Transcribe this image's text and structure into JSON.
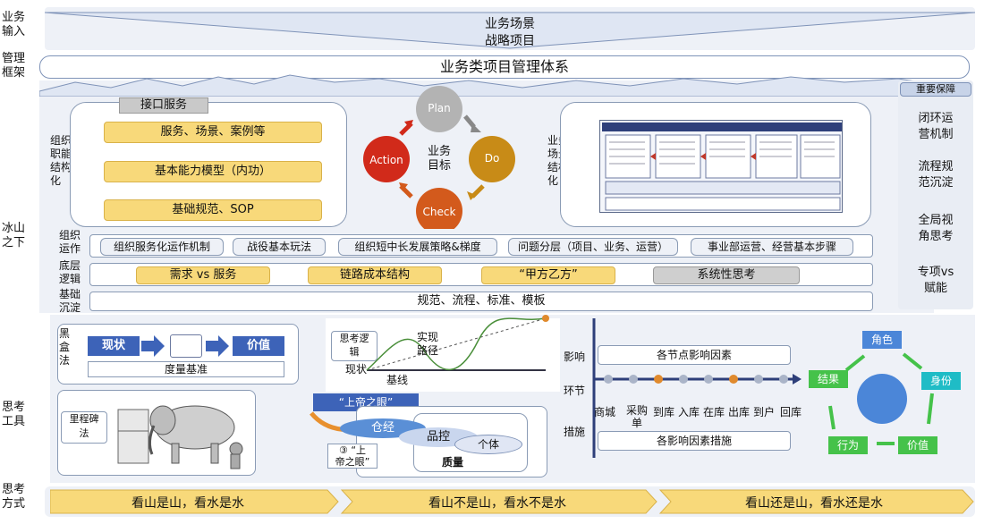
{
  "rows": {
    "business_input": "业务\n输入",
    "management_frame": "管理\n框架",
    "iceberg": "冰山\n之下",
    "thinking_tools": "思考\n工具",
    "thinking_mode": "思考\n方式"
  },
  "top": {
    "line1": "业务场景",
    "line2": "战略项目"
  },
  "frame_title": "业务类项目管理体系",
  "guarantee": {
    "header": "重要保障",
    "items": [
      "闭环运\n营机制",
      "流程规\n范沉淀",
      "全局视\n角思考",
      "专项vs\n赋能"
    ]
  },
  "org_structure": {
    "side_label": "组织\n职能\n结构\n化",
    "interface_label": "接口服务",
    "items": [
      "服务、场景、案例等",
      "基本能力模型（内功）",
      "基础规范、SOP"
    ]
  },
  "pdca": {
    "center": "业务\n目标",
    "plan": "Plan",
    "do": "Do",
    "check": "Check",
    "action": "Action"
  },
  "scenario": {
    "side_label": "业务\n场景\n结构\n化"
  },
  "org_ops": {
    "label": "组织\n运作",
    "items": [
      "组织服务化运作机制",
      "战役基本玩法",
      "组织短中长发展策略&梯度",
      "问题分层（项目、业务、运营）",
      "事业部运营、经营基本步骤"
    ]
  },
  "base_logic": {
    "label": "底层\n逻辑",
    "items": [
      "需求 vs 服务",
      "链路成本结构",
      "“甲方乙方”",
      "系统性思考"
    ]
  },
  "foundation": {
    "label": "基础\n沉淀",
    "text": "规范、流程、标准、模板"
  },
  "blackbox": {
    "side_label": "黑\n盒\n法",
    "status": "现状",
    "value": "价值",
    "metric": "度量基准"
  },
  "thinking_logic": {
    "label": "思考逻\n辑",
    "path": "实现\n路径",
    "status": "现状",
    "baseline": "基线"
  },
  "milestone": {
    "label": "里程碑\n法"
  },
  "gods_eye": {
    "title": "“上帝之眼”",
    "step": "③ “上\n帝之眼”",
    "warehouse": "仓经",
    "product": "品控",
    "individual": "个体",
    "quality": "质量"
  },
  "chain": {
    "influence": "影响",
    "link": "环节",
    "measure": "措施",
    "factors": "各节点影响因素",
    "measures": "各影响因素措施",
    "nodes": [
      "商城",
      "采购\n单",
      "到库",
      "入库",
      "在库",
      "出库",
      "到户",
      "回库"
    ]
  },
  "role_cycle": {
    "role": "角色",
    "identity": "身份",
    "value": "价值",
    "behavior": "行为",
    "result": "结果"
  },
  "mode": [
    "看山是山，看水是水",
    "看山不是山，看水不是水",
    "看山还是山，看水还是水"
  ]
}
